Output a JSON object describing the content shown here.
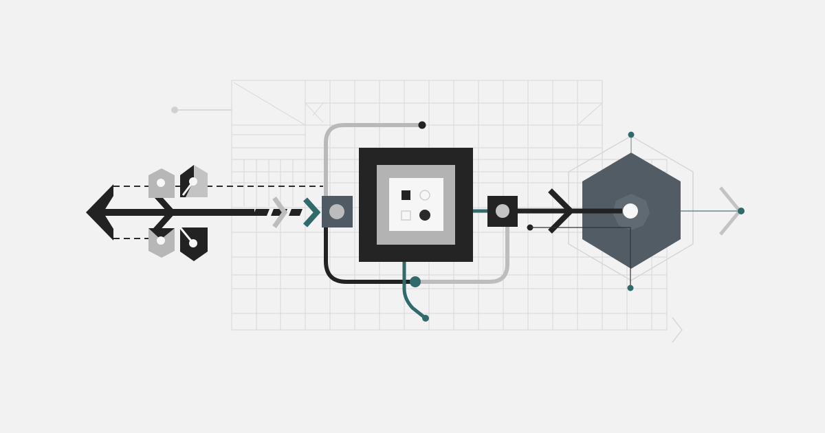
{
  "diagram": {
    "title": "",
    "description": "Abstract flow diagram: left split arrow with branching nodes, dashed flow into a central nested processor block, output arrow into a hexagonal hub, then onward arrow on the right, over a faint blueprint grid.",
    "colors": {
      "background": "#f2f2f2",
      "grid": "#dcdcdc",
      "ink": "#222222",
      "mid_gray": "#b4b4b4",
      "light_gray": "#c8c8c8",
      "teal": "#2e6b6a",
      "slate": "#4f5a62",
      "white": "#f7f7f7"
    },
    "nodes": [
      {
        "id": "split-arrow",
        "label": ""
      },
      {
        "id": "branch-node-top-left",
        "label": ""
      },
      {
        "id": "branch-node-top-right",
        "label": ""
      },
      {
        "id": "branch-node-bottom-left",
        "label": ""
      },
      {
        "id": "branch-node-bottom-right",
        "label": ""
      },
      {
        "id": "input-port",
        "label": ""
      },
      {
        "id": "central-processor",
        "label": ""
      },
      {
        "id": "output-port",
        "label": ""
      },
      {
        "id": "hex-hub",
        "label": ""
      },
      {
        "id": "exit-chevron",
        "label": ""
      }
    ],
    "edges": [
      {
        "from": "split-arrow",
        "to": "input-port",
        "style": "dashed"
      },
      {
        "from": "input-port",
        "to": "central-processor",
        "style": "solid"
      },
      {
        "from": "central-processor",
        "to": "output-port",
        "style": "solid"
      },
      {
        "from": "output-port",
        "to": "hex-hub",
        "style": "solid"
      },
      {
        "from": "hex-hub",
        "to": "exit-chevron",
        "style": "thin"
      }
    ]
  }
}
